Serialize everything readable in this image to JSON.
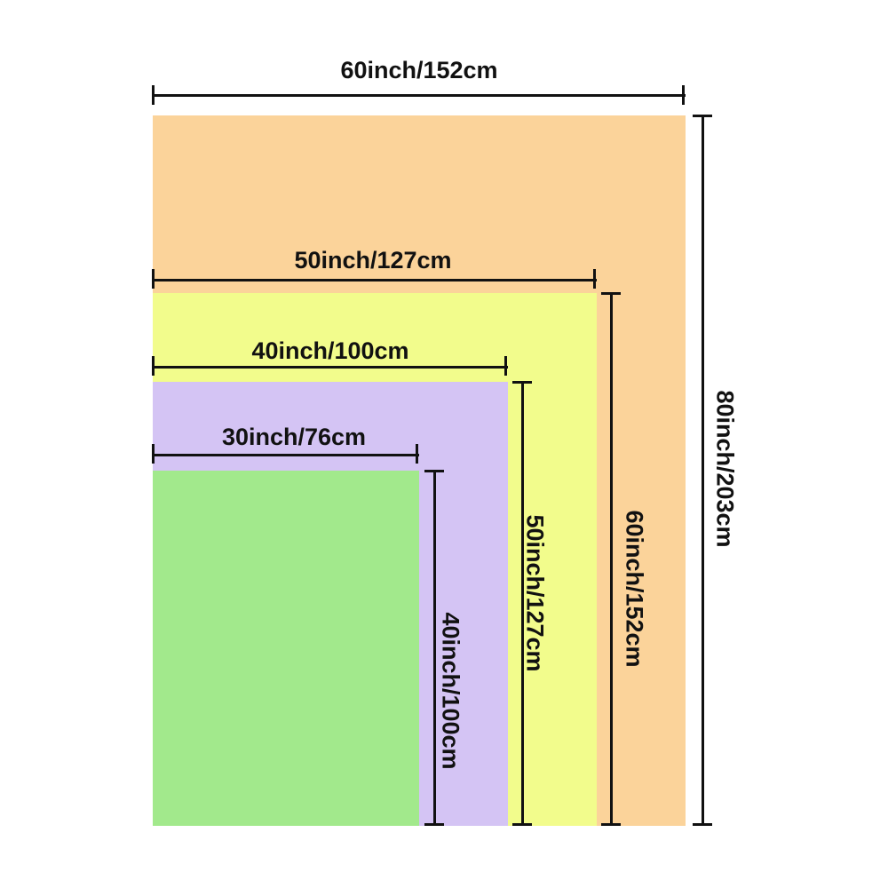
{
  "colors": {
    "size_80x60": "#fbd39a",
    "size_60x50": "#f2fc8c",
    "size_50x40": "#d4c4f4",
    "size_40x30": "#a2e98c",
    "line": "#111111"
  },
  "sizes": [
    {
      "id": "s60x80",
      "width_label": "60inch/152cm",
      "height_label": "80inch/203cm"
    },
    {
      "id": "s50x60",
      "width_label": "50inch/127cm",
      "height_label": "60inch/152cm"
    },
    {
      "id": "s40x50",
      "width_label": "40inch/100cm",
      "height_label": "50inch/127cm"
    },
    {
      "id": "s30x40",
      "width_label": "30inch/76cm",
      "height_label": "40inch/100cm"
    }
  ]
}
